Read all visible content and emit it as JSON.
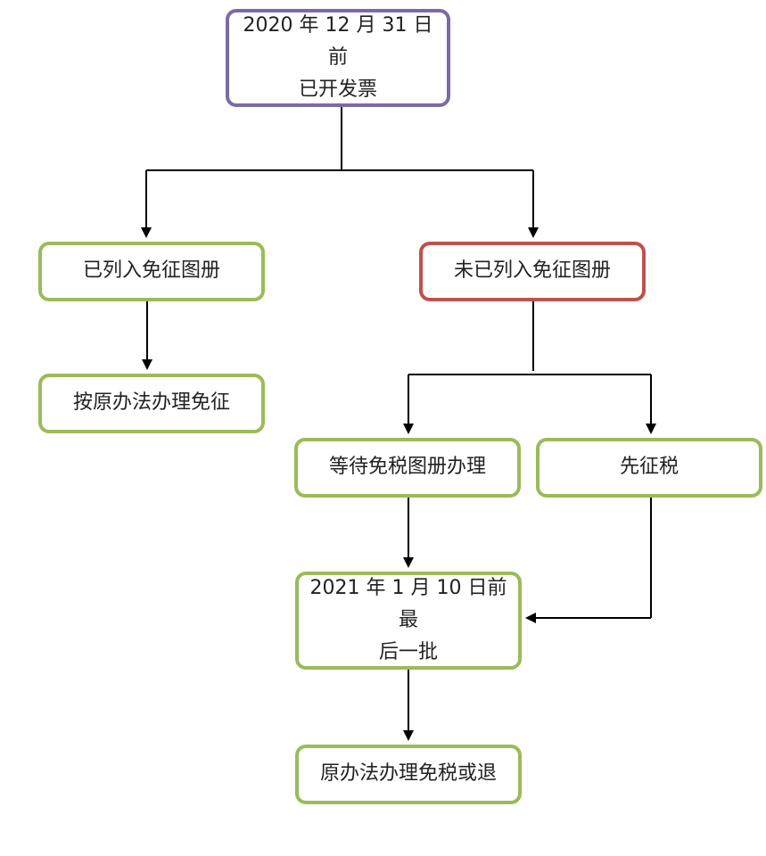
{
  "colors": {
    "start_border": "#7b6aa6",
    "unlisted_border": "#c0504d",
    "default_border": "#9bbb59",
    "line": "#000000"
  },
  "nodes": {
    "start": {
      "line1": "2020 年 12 月 31 日前",
      "line2": "已开发票"
    },
    "listed": {
      "label": "已列入免征图册"
    },
    "unlisted": {
      "label": "未已列入免征图册"
    },
    "original_exemption": {
      "label": "按原办法办理免征"
    },
    "wait": {
      "label": "等待免税图册办理"
    },
    "tax_first": {
      "label": "先征税"
    },
    "last_batch": {
      "line1": "2021 年 1 月 10 日前最",
      "line2": "后一批"
    },
    "final": {
      "label": "原办法办理免税或退"
    }
  }
}
